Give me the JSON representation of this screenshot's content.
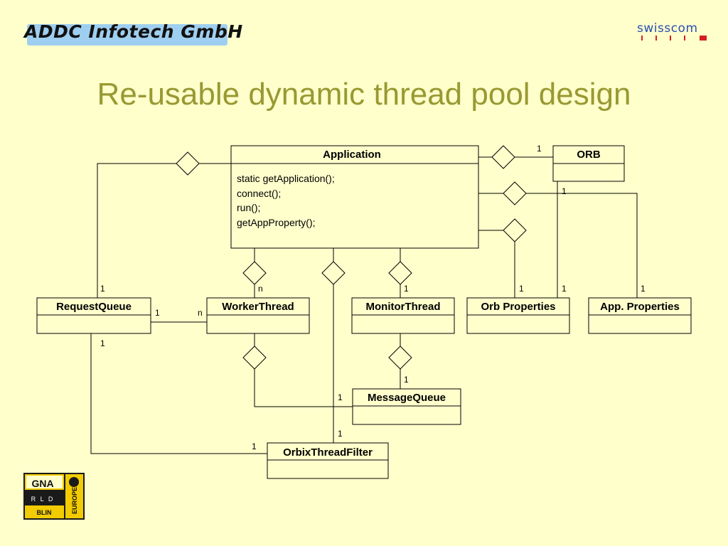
{
  "header": {
    "brand": "ADDC Infotech GmbH",
    "partner": "swisscom",
    "title": "Re-usable dynamic thread pool design"
  },
  "badge": {
    "top_text": "GNA",
    "middle_text": "R L D",
    "bottom_text": "BLIN",
    "side_text": "EUROPE",
    "colors": {
      "dark": "#1a1a1a",
      "yellow": "#f2cc00"
    }
  },
  "classes": {
    "application": {
      "name": "Application",
      "operations": [
        "static getApplication();",
        "connect();",
        "run();",
        "getAppProperty();"
      ]
    },
    "orb": {
      "name": "ORB"
    },
    "request_queue": {
      "name": "RequestQueue"
    },
    "worker_thread": {
      "name": "WorkerThread"
    },
    "monitor_thread": {
      "name": "MonitorThread"
    },
    "orb_properties": {
      "name": "Orb Properties"
    },
    "app_properties": {
      "name": "App. Properties"
    },
    "message_queue": {
      "name": "MessageQueue"
    },
    "orbix_thread_filter": {
      "name": "OrbixThreadFilter"
    }
  },
  "multiplicities": {
    "app_orb_upper": "1",
    "app_orb_lower": "1",
    "request_queue_top": "1",
    "worker_thread_top": "n",
    "monitor_thread_top": "1",
    "orb_properties_top": "1",
    "orb_to_props": "1",
    "app_properties_top": "1",
    "rq_wt_left": "1",
    "rq_wt_right": "n",
    "request_queue_bottom": "1",
    "message_queue_top": "1",
    "message_queue_left": "1",
    "filter_top": "1",
    "filter_left": "1"
  },
  "colors": {
    "background": "#ffffcc",
    "title": "#999933",
    "brand_band": "#9fcff0",
    "partner": "#2a4fb0",
    "partner_dots": "#d42020"
  }
}
